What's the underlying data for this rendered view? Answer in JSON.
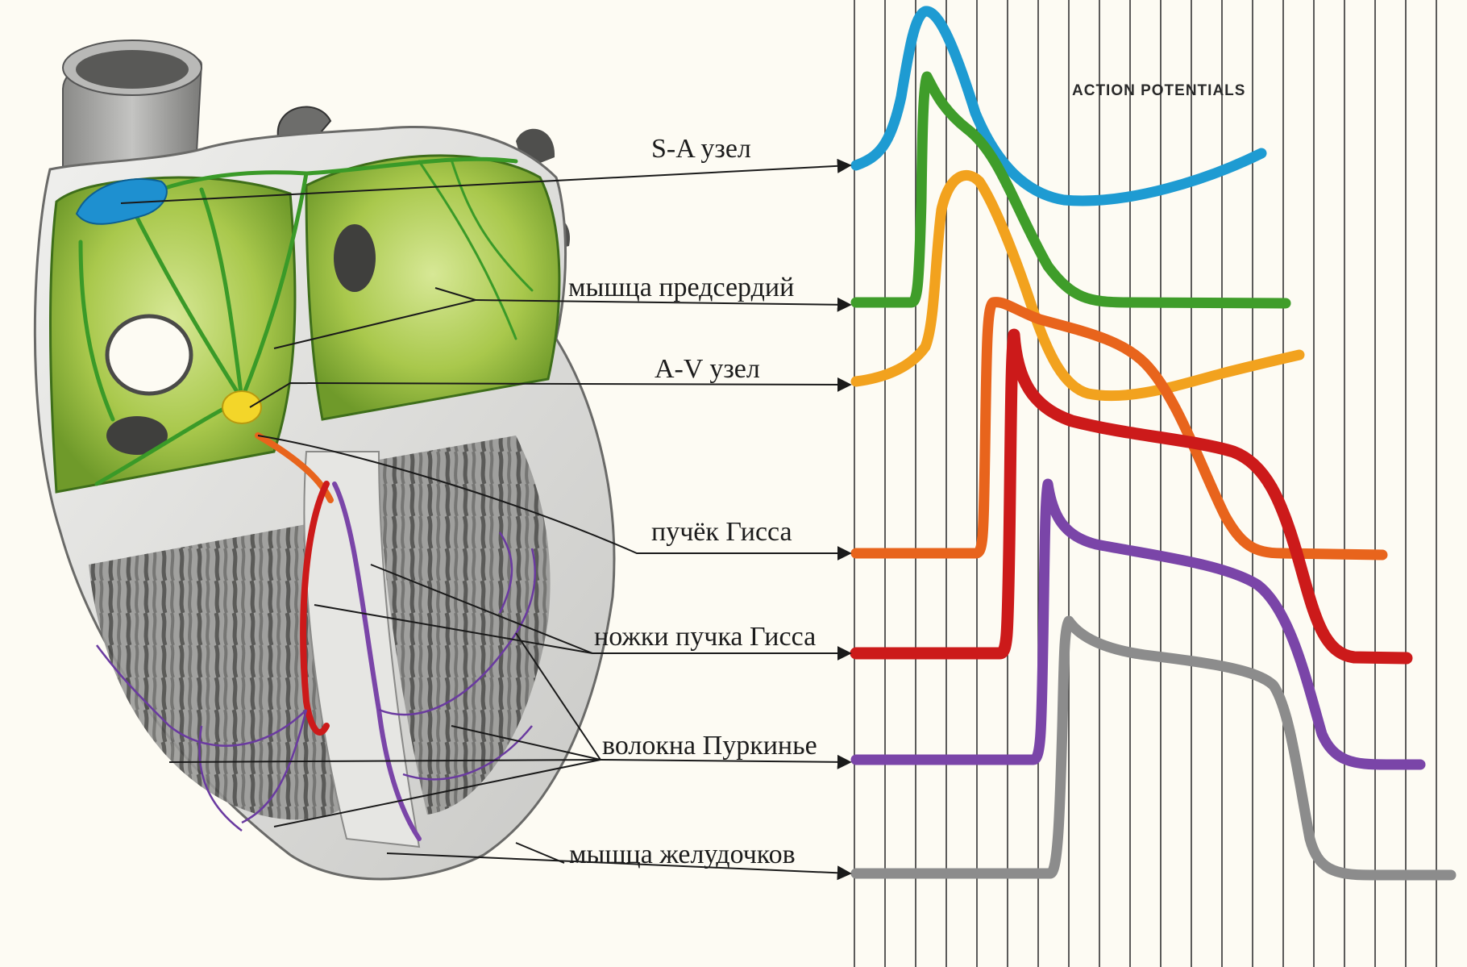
{
  "chart_header": "ACTION  POTENTIALS",
  "labels": {
    "sa_node": "S-A узел",
    "atrial_muscle": "мышца предсердий",
    "av_node": "A-V узел",
    "his_bundle": "пучёк Гисса",
    "bundle_branches": "ножки пучка Гисса",
    "purkinje": "волокна Пуркинье",
    "ventricular_muscle": "мышца желудочков"
  },
  "trace_colors": {
    "sa_node": "#1e9bd2",
    "atrial_muscle": "#3f9d2a",
    "av_node": "#f2a21e",
    "his_bundle": "#e8641c",
    "bundle_branches": "#cc1a1a",
    "purkinje": "#7a45a8",
    "ventricular_muscle": "#8c8c8c"
  }
}
